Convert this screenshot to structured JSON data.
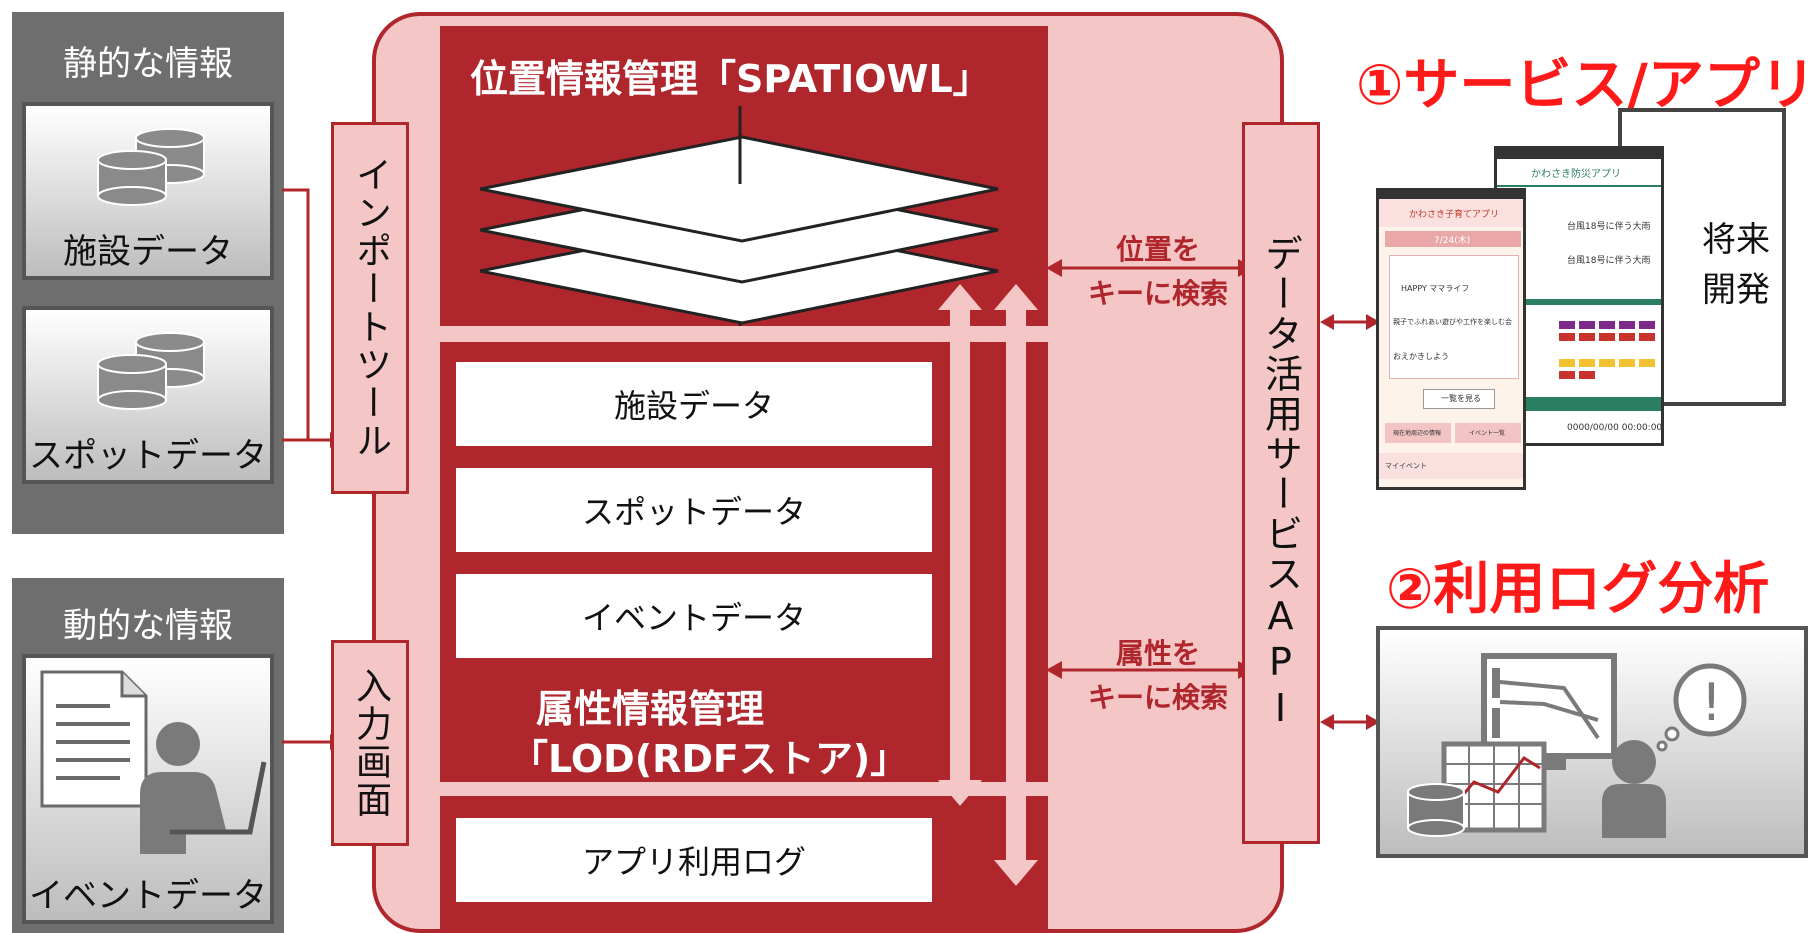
{
  "static_info": {
    "title": "静的な情報",
    "facility_card": "施設データ",
    "spot_card": "スポットデータ"
  },
  "dynamic_info": {
    "title": "動的な情報",
    "event_card": "イベントデータ"
  },
  "import_tool": "インポートツール",
  "input_screen": "入力画面",
  "location_mgmt": {
    "title": "位置情報管理「SPATIOWL」"
  },
  "attribute_mgmt": {
    "rows": [
      "施設データ",
      "スポットデータ",
      "イベントデータ"
    ],
    "title_line1": "属性情報管理",
    "title_line2": "「LOD(RDFストア)」"
  },
  "app_log_row": "アプリ利用ログ",
  "search_by_location": {
    "line1": "位置を",
    "line2": "キーに検索"
  },
  "search_by_attribute": {
    "line1": "属性を",
    "line2": "キーに検索"
  },
  "data_api": "データ活用サービスAPI",
  "services": {
    "title": "①サービス/アプリ",
    "future_dev_line1": "将来",
    "future_dev_line2": "開発",
    "app_kosodate_title": "かわさき子育てアプリ",
    "app_kosodate_date": "7/24(木)",
    "app_kosodate_item1": "HAPPY ママライフ",
    "app_kosodate_item2": "親子でふれあい遊びや工作を楽しむ会",
    "app_kosodate_item3": "おえかきしよう",
    "app_kosodate_button": "一覧を見る",
    "app_kosodate_nearby": "現在地周辺の情報",
    "app_kosodate_eventlist": "イベント一覧",
    "app_kosodate_myevent": "マイイベント",
    "app_bousai_title": "かわさき防災アプリ",
    "app_bousai_alert": "台風18号に伴う大雨",
    "app_bousai_time": "0000/00/00 00:00:00"
  },
  "log_analysis": {
    "title": "②利用ログ分析"
  },
  "colors": {
    "accent_red": "#b0262d",
    "light_pink": "#f4c6c6",
    "title_red": "#ff1a1a",
    "panel_grey": "#6e6e6e"
  }
}
